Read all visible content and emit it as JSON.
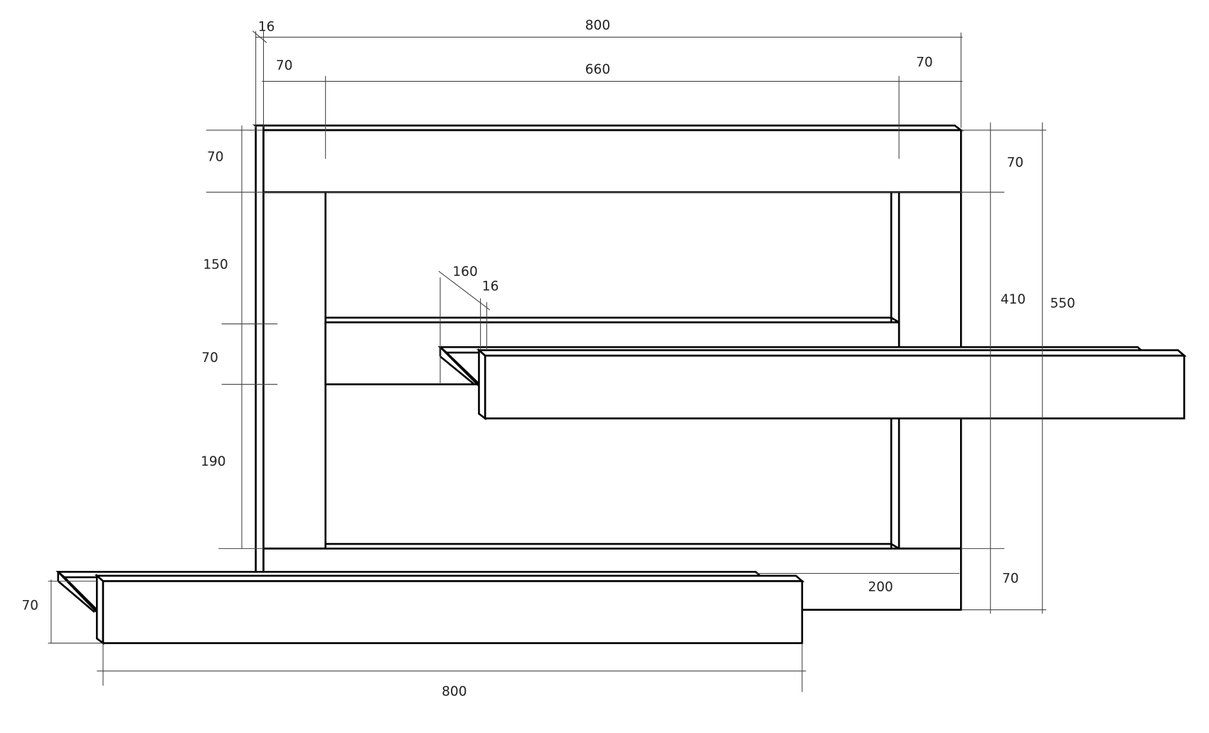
{
  "dimensions": {
    "overall_width": "800",
    "side_thickness": "16",
    "left_post_width": "70",
    "inner_width": "660",
    "right_post_width": "70",
    "top_rail_height_left": "70",
    "top_rail_height_right": "70",
    "upper_gap": "150",
    "middle_shelf_height": "70",
    "lower_gap": "190",
    "inner_height": "410",
    "overall_height": "550",
    "bottom_rail_height": "70",
    "bottom_depth": "200",
    "shelf_depth": "160",
    "shelf_thickness": "16",
    "bottom_shelf_height": "70",
    "bottom_shelf_width": "800"
  }
}
